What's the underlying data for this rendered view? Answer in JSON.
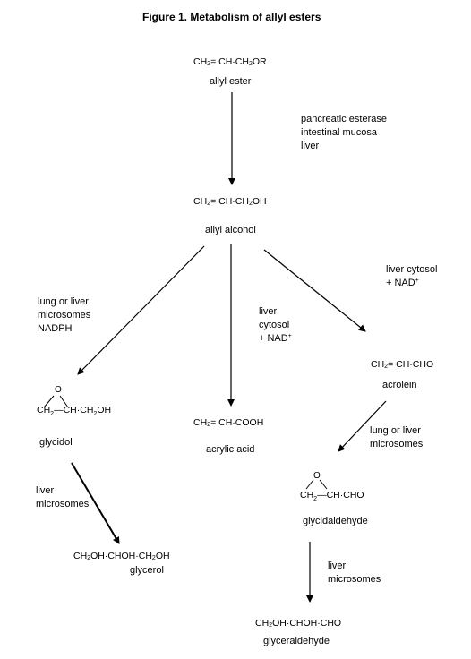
{
  "figure": {
    "title": "Figure 1.  Metabolism of allyl esters"
  },
  "compounds": {
    "allyl_ester": {
      "formula": [
        "CH",
        "2",
        "= CH·CH",
        "2",
        "OR"
      ],
      "name": "allyl ester"
    },
    "allyl_alcohol": {
      "formula": [
        "CH",
        "2",
        "= CH·CH",
        "2",
        "OH"
      ],
      "name": "allyl alcohol"
    },
    "glycidol": {
      "ring_atom": "O",
      "formula": [
        "CH",
        "2",
        "—CH·CH",
        "2",
        "OH"
      ],
      "name": "glycidol"
    },
    "acrylic_acid": {
      "formula": [
        "CH",
        "2",
        "= CH·COOH"
      ],
      "name": "acrylic acid"
    },
    "acrolein": {
      "formula": [
        "CH",
        "2",
        "= CH·CHO"
      ],
      "name": "acrolein"
    },
    "glycerol": {
      "formula": [
        "CH",
        "2",
        "OH·CHOH·CH",
        "2",
        "OH"
      ],
      "name": "glycerol"
    },
    "glycidaldehyde": {
      "ring_atom": "O",
      "formula": [
        "CH",
        "2",
        "—CH·CHO"
      ],
      "name": "glycidaldehyde"
    },
    "glyceraldehyde": {
      "formula": [
        "CH",
        "2",
        "OH·CHOH·CHO"
      ],
      "name": "glyceraldehyde"
    }
  },
  "notes": {
    "ester_hydrolysis": [
      "pancreatic esterase",
      "intestinal mucosa",
      "liver"
    ],
    "to_glycidol": [
      "lung or liver",
      "microsomes",
      "NADPH"
    ],
    "to_acrylic_acid": [
      "liver",
      "cytosol",
      "+ NAD",
      "+"
    ],
    "to_acrolein": [
      "liver cytosol",
      "+ NAD",
      "+"
    ],
    "to_glycerol": [
      "liver",
      "microsomes"
    ],
    "to_glycidaldehyde": [
      "lung or liver",
      "microsomes"
    ],
    "to_glyceraldehyde": [
      "liver",
      "microsomes"
    ]
  },
  "arrows": [
    {
      "from": "allyl ester",
      "to": "allyl alcohol"
    },
    {
      "from": "allyl alcohol",
      "to": "glycidol"
    },
    {
      "from": "allyl alcohol",
      "to": "acrylic acid"
    },
    {
      "from": "allyl alcohol",
      "to": "acrolein"
    },
    {
      "from": "glycidol",
      "to": "glycerol"
    },
    {
      "from": "acrolein",
      "to": "glycidaldehyde"
    },
    {
      "from": "glycidaldehyde",
      "to": "glyceraldehyde"
    }
  ],
  "colors": {
    "text": "#000000",
    "background": "#ffffff"
  }
}
